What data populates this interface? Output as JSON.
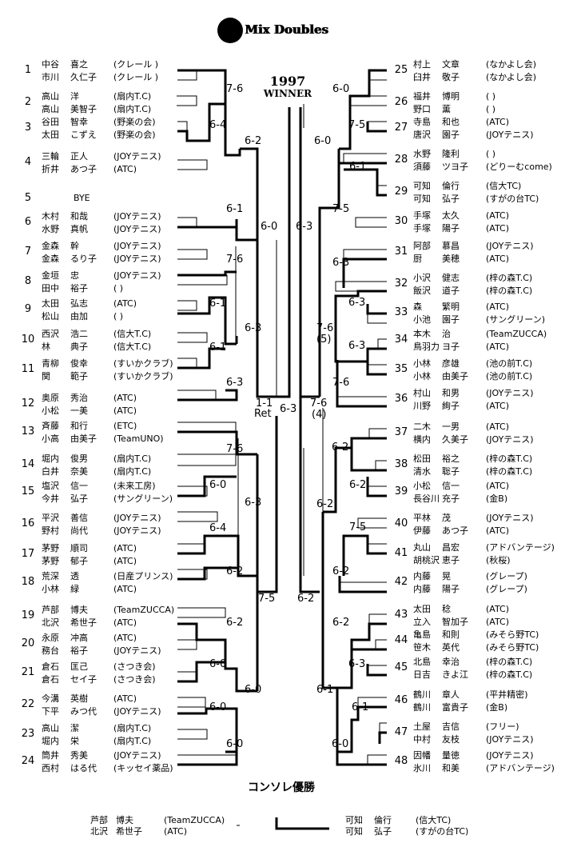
{
  "title": "Mix Doubles",
  "winner": {
    "year": "1997",
    "label": "WINNER"
  },
  "left": [
    {
      "seed": "1",
      "p": [
        [
          "中谷",
          "喜之",
          "(クレール )"
        ],
        [
          "市川",
          "久仁子",
          "(クレール )"
        ]
      ]
    },
    {
      "seed": "2",
      "p": [
        [
          "高山",
          "洋",
          "(扇内T.C)"
        ],
        [
          "高山",
          "美智子",
          "(扇内T.C)"
        ]
      ]
    },
    {
      "seed": "3",
      "p": [
        [
          "谷田",
          "智幸",
          "(野楽の会)"
        ],
        [
          "太田",
          "こずえ",
          "(野楽の会)"
        ]
      ]
    },
    {
      "seed": "4",
      "p": [
        [
          "三輪",
          "正人",
          "(JOYテニス)"
        ],
        [
          "折井",
          "あつ子",
          "(ATC)"
        ]
      ]
    },
    {
      "seed": "5",
      "bye": "BYE"
    },
    {
      "seed": "6",
      "p": [
        [
          "木村",
          "和哉",
          "(JOYテニス)"
        ],
        [
          "水野",
          "真帆",
          "(JOYテニス)"
        ]
      ]
    },
    {
      "seed": "7",
      "p": [
        [
          "金森",
          "幹",
          "(JOYテニス)"
        ],
        [
          "金森",
          "るり子",
          "(JOYテニス)"
        ]
      ]
    },
    {
      "seed": "8",
      "p": [
        [
          "金垣",
          "忠",
          "(JOYテニス)"
        ],
        [
          "田中",
          "裕子",
          "(        )"
        ]
      ]
    },
    {
      "seed": "9",
      "p": [
        [
          "太田",
          "弘志",
          "(ATC)"
        ],
        [
          "松山",
          "由加",
          "(        )"
        ]
      ]
    },
    {
      "seed": "10",
      "p": [
        [
          "西沢",
          "浩二",
          "(信大T.C)"
        ],
        [
          "林",
          "典子",
          "(信大T.C)"
        ]
      ]
    },
    {
      "seed": "11",
      "p": [
        [
          "青柳",
          "俊幸",
          "(すいかクラブ)"
        ],
        [
          "関",
          "範子",
          "(すいかクラブ)"
        ]
      ]
    },
    {
      "seed": "12",
      "p": [
        [
          "奥原",
          "秀治",
          "(ATC)"
        ],
        [
          "小松",
          "一美",
          "(ATC)"
        ]
      ]
    },
    {
      "seed": "13",
      "p": [
        [
          "斉藤",
          "和行",
          "(ETC)"
        ],
        [
          "小高",
          "由美子",
          "(TeamUNO)"
        ]
      ]
    },
    {
      "seed": "14",
      "p": [
        [
          "堀内",
          "俊男",
          "(扇内T.C)"
        ],
        [
          "白井",
          "奈美",
          "(扇内T.C)"
        ]
      ]
    },
    {
      "seed": "15",
      "p": [
        [
          "塩沢",
          "信一",
          "(未来工房)"
        ],
        [
          "今井",
          "弘子",
          "(サングリーン)"
        ]
      ]
    },
    {
      "seed": "16",
      "p": [
        [
          "平沢",
          "善信",
          "(JOYテニス)"
        ],
        [
          "野村",
          "尚代",
          "(JOYテニス)"
        ]
      ]
    },
    {
      "seed": "17",
      "p": [
        [
          "茅野",
          "順司",
          "(ATC)"
        ],
        [
          "茅野",
          "郁子",
          "(ATC)"
        ]
      ]
    },
    {
      "seed": "18",
      "p": [
        [
          "荒深",
          "透",
          "(日産プリンス)"
        ],
        [
          "小林",
          "緑",
          "(ATC)"
        ]
      ]
    },
    {
      "seed": "19",
      "p": [
        [
          "芦部",
          "博夫",
          "(TeamZUCCA)"
        ],
        [
          "北沢",
          "希世子",
          "(ATC)"
        ]
      ]
    },
    {
      "seed": "20",
      "p": [
        [
          "永原",
          "冲高",
          "(ATC)"
        ],
        [
          "務台",
          "裕子",
          "(JOYテニス)"
        ]
      ]
    },
    {
      "seed": "21",
      "p": [
        [
          "倉石",
          "匡己",
          "(さつき会)"
        ],
        [
          "倉石",
          "セイ子",
          "(さつき会)"
        ]
      ]
    },
    {
      "seed": "22",
      "p": [
        [
          "今溝",
          "英樹",
          "(ATC)"
        ],
        [
          "下平",
          "みつ代",
          "(JOYテニス)"
        ]
      ]
    },
    {
      "seed": "23",
      "p": [
        [
          "高山",
          "潔",
          "(扇内T.C)"
        ],
        [
          "堀内",
          "栄",
          "(扇内T.C)"
        ]
      ]
    },
    {
      "seed": "24",
      "p": [
        [
          "筒井",
          "秀美",
          "(JOYテニス)"
        ],
        [
          "西村",
          "はる代",
          "(キッセイ薬品)"
        ]
      ]
    }
  ],
  "right": [
    {
      "seed": "25",
      "p": [
        [
          "村上",
          "文章",
          "(なかよし会)"
        ],
        [
          "臼井",
          "敬子",
          "(なかよし会)"
        ]
      ]
    },
    {
      "seed": "26",
      "p": [
        [
          "福井",
          "博明",
          "(        )"
        ],
        [
          "野口",
          "薫",
          "(        )"
        ]
      ]
    },
    {
      "seed": "27",
      "p": [
        [
          "寺島",
          "和也",
          "(ATC)"
        ],
        [
          "唐沢",
          "園子",
          "(JOYテニス)"
        ]
      ]
    },
    {
      "seed": "28",
      "p": [
        [
          "水野",
          "隆利",
          "(          )"
        ],
        [
          "須藤",
          "ツヨ子",
          "(どりーむcome)"
        ]
      ]
    },
    {
      "seed": "29",
      "p": [
        [
          "可知",
          "倫行",
          "(信大TC)"
        ],
        [
          "可知",
          "弘子",
          "(すがの台TC)"
        ]
      ]
    },
    {
      "seed": "30",
      "p": [
        [
          "手塚",
          "太久",
          "(ATC)"
        ],
        [
          "手塚",
          "陽子",
          "(ATC)"
        ]
      ]
    },
    {
      "seed": "31",
      "p": [
        [
          "阿部",
          "慕昌",
          "(JOYテニス)"
        ],
        [
          "厨",
          "美穂",
          "(ATC)"
        ]
      ]
    },
    {
      "seed": "32",
      "p": [
        [
          "小沢",
          "健志",
          "(梓の森T.C)"
        ],
        [
          "飯沢",
          "道子",
          "(梓の森T.C)"
        ]
      ]
    },
    {
      "seed": "33",
      "p": [
        [
          "森",
          "繁明",
          "(ATC)"
        ],
        [
          "小池",
          "園子",
          "(サングリーン)"
        ]
      ]
    },
    {
      "seed": "34",
      "p": [
        [
          "本木",
          "治",
          "(TeamZUCCA)"
        ],
        [
          "鳥羽力",
          "ヨ子",
          "(ATC)"
        ]
      ]
    },
    {
      "seed": "35",
      "p": [
        [
          "小林",
          "彦雄",
          "(池の前T.C)"
        ],
        [
          "小林",
          "由美子",
          "(池の前T.C)"
        ]
      ]
    },
    {
      "seed": "36",
      "p": [
        [
          "村山",
          "和男",
          "(JOYテニス)"
        ],
        [
          "川野",
          "絢子",
          "(ATC)"
        ]
      ]
    },
    {
      "seed": "37",
      "p": [
        [
          "二木",
          "一男",
          "(ATC)"
        ],
        [
          "横内",
          "久美子",
          "(JOYテニス)"
        ]
      ]
    },
    {
      "seed": "38",
      "p": [
        [
          "松田",
          "裕之",
          "(梓の森T.C)"
        ],
        [
          "清水",
          "聡子",
          "(梓の森T.C)"
        ]
      ]
    },
    {
      "seed": "39",
      "p": [
        [
          "小松",
          "信一",
          "(ATC)"
        ],
        [
          "長谷川",
          "充子",
          "(金B)"
        ]
      ]
    },
    {
      "seed": "40",
      "p": [
        [
          "平林",
          "茂",
          "(JOYテニス)"
        ],
        [
          "伊藤",
          "あつ子",
          "(ATC)"
        ]
      ]
    },
    {
      "seed": "41",
      "p": [
        [
          "丸山",
          "昌宏",
          "(アドバンテージ)"
        ],
        [
          "胡桃沢",
          "恵子",
          "(秋桜)"
        ]
      ]
    },
    {
      "seed": "42",
      "p": [
        [
          "内藤",
          "晃",
          "(グレープ)"
        ],
        [
          "内藤",
          "陽子",
          "(グレープ)"
        ]
      ]
    },
    {
      "seed": "43",
      "p": [
        [
          "太田",
          "稔",
          "(ATC)"
        ],
        [
          "立入",
          "智加子",
          "(ATC)"
        ]
      ]
    },
    {
      "seed": "44",
      "p": [
        [
          "亀島",
          "和則",
          "(みそら野TC)"
        ],
        [
          "笹木",
          "英代",
          "(みそら野TC)"
        ]
      ]
    },
    {
      "seed": "45",
      "p": [
        [
          "北島",
          "幸治",
          "(梓の森T.C)"
        ],
        [
          "日吉",
          "きよ江",
          "(梓の森T.C)"
        ]
      ]
    },
    {
      "seed": "46",
      "p": [
        [
          "鶴川",
          "章人",
          "(平井精密)"
        ],
        [
          "鶴川",
          "富貴子",
          "(金B)"
        ]
      ]
    },
    {
      "seed": "47",
      "p": [
        [
          "土屋",
          "吉信",
          "(フリー)"
        ],
        [
          "中村",
          "友枝",
          "(JOYテニス)"
        ]
      ]
    },
    {
      "seed": "48",
      "p": [
        [
          "因幡",
          "量徳",
          "(JOYテニス)"
        ],
        [
          "氷川",
          "和美",
          "(アドバンテージ)"
        ]
      ]
    }
  ],
  "scores": {
    "l1": "7-6",
    "l2": "6-4",
    "l3": "6-2",
    "l4": "6-1",
    "l5": "6-0",
    "l6": "7-6",
    "l7": "6-1",
    "l8": "6-3",
    "l9": "6-1",
    "l10": "6-3",
    "l11": "7-6",
    "l12": "6-0",
    "l13": "6-3",
    "l14": "6-4",
    "l15": "6-2",
    "l16": "7-5",
    "l17": "6-2",
    "l18": "6-0",
    "l19": "6-0",
    "l20": "6-0",
    "l21": "6-0",
    "ret1": "1-1",
    "ret2": "Ret",
    "c1": "6-3",
    "r1": "6-0",
    "r2": "7-5",
    "r3": "6-0",
    "r4": "6-1",
    "r5": "7-5",
    "r6": "6-3",
    "r7": "6-3",
    "r8": "6-3",
    "r9a": "7-6",
    "r9b": "(5)",
    "r10": "6-3",
    "r11": "7-6",
    "r12a": "7-6",
    "r12b": "(4)",
    "r13": "6-2",
    "r14": "6-2",
    "r15": "6-2",
    "r16": "7-5",
    "r17": "6-2",
    "r18": "6-2",
    "r19": "6-2",
    "r20": "6-3",
    "r21": "6-1",
    "r22": "6-1",
    "r23": "6-0"
  },
  "consolation": {
    "title": "コンソレ優勝",
    "left": [
      [
        "芦部",
        "博夫",
        "(TeamZUCCA)"
      ],
      [
        "北沢",
        "希世子",
        "(ATC)"
      ]
    ],
    "right": [
      [
        "可知",
        "倫行",
        "(信大TC)"
      ],
      [
        "可知",
        "弘子",
        "(すがの台TC)"
      ]
    ]
  }
}
